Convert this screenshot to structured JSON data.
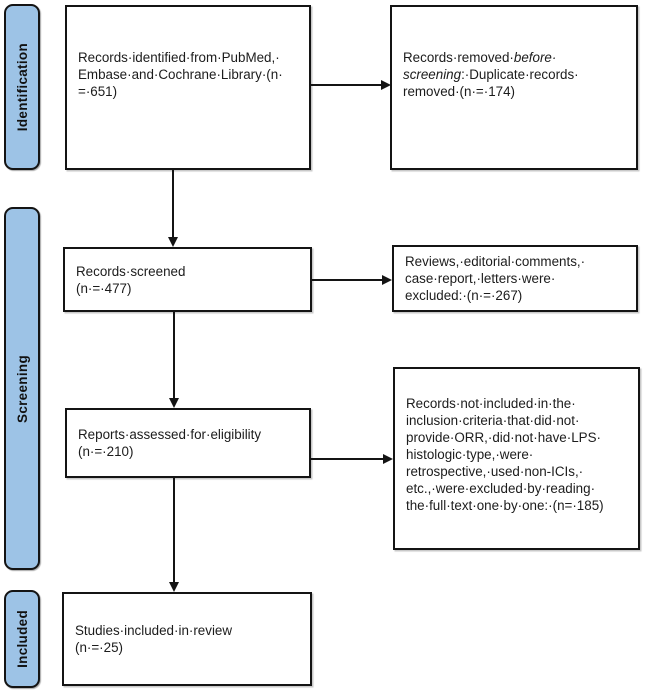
{
  "colors": {
    "stage_fill": "#9DC3E6",
    "line_color": "#141414",
    "box_fill": "#ffffff"
  },
  "stages": {
    "identification": {
      "label": "Identification"
    },
    "screening": {
      "label": "Screening"
    },
    "included": {
      "label": "Included"
    }
  },
  "boxes": {
    "identified": {
      "text": "Records·identified·from·PubMed,·\nEmbase·and·Cochrane·Library·(n·\n=·651)"
    },
    "removed": {
      "pre": "Records·removed·",
      "italic": "before·\nscreening",
      "post": ":·Duplicate·records·\nremoved·(n·=·174)"
    },
    "screened": {
      "text": "Records·screened\n(n·=·477)"
    },
    "reviews_excluded": {
      "text": "Reviews,·editorial·comments,·\ncase·report,·letters·were·\nexcluded:·(n·=·267)"
    },
    "assessed": {
      "text": "Reports·assessed·for·eligibility\n(n·=·210)"
    },
    "fulltext_excluded": {
      "text": "Records·not·included·in·the·\ninclusion·criteria·that·did·not·\nprovide·ORR,·did·not·have·LPS·\nhistologic·type,·were·\nretrospective,·used·non-ICIs,·\netc.,·were·excluded·by·reading·\nthe·full·text·one·by·one:·(n=·185)"
    },
    "included_studies": {
      "text": "Studies·included·in·review\n(n·=·25)"
    }
  }
}
